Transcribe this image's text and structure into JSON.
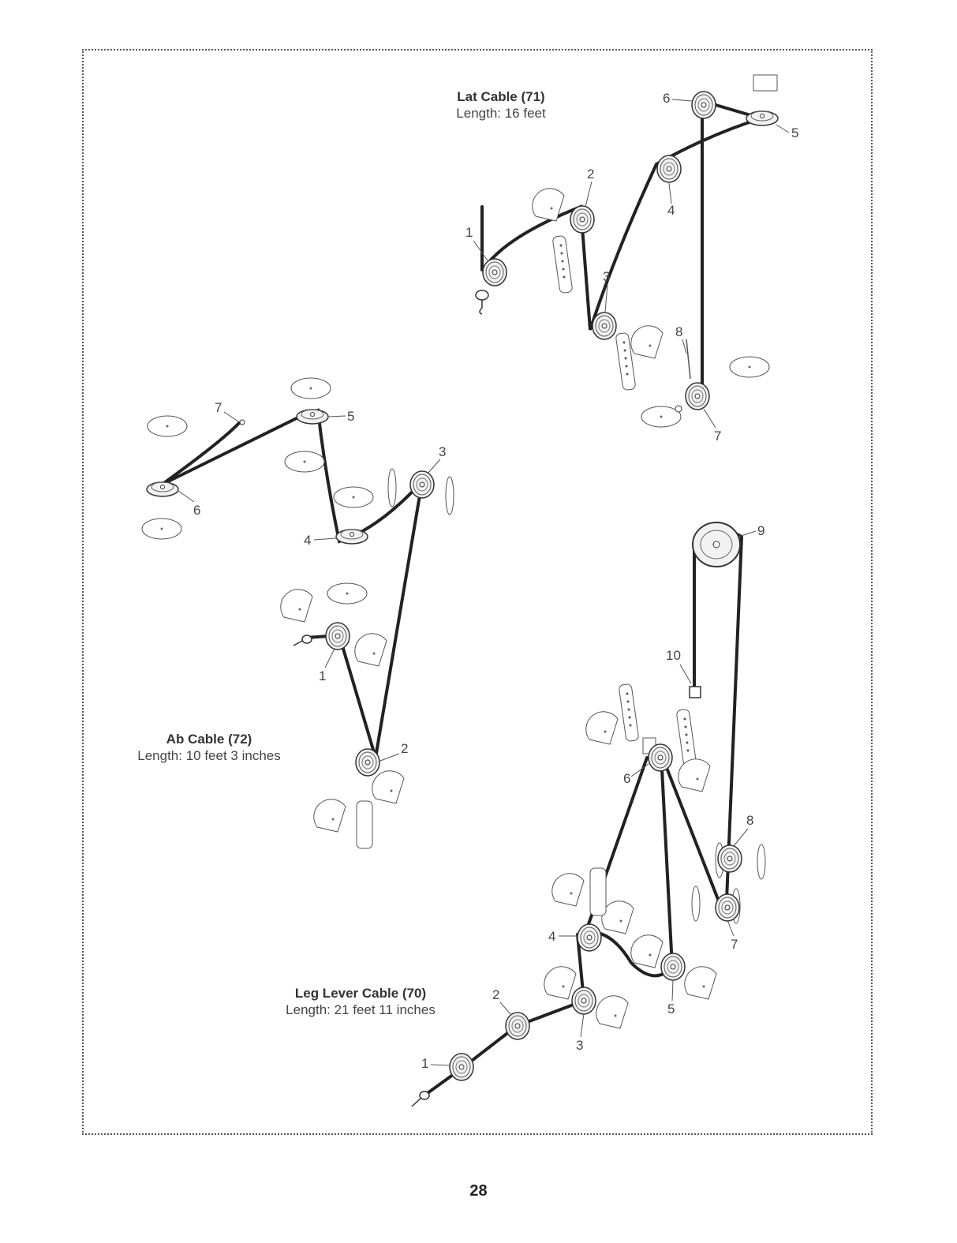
{
  "cables": {
    "lat": {
      "name": "Lat Cable (71)",
      "length": "Length: 16 feet",
      "pulley_numbers": [
        "1",
        "2",
        "3",
        "4",
        "5",
        "6",
        "7",
        "8"
      ]
    },
    "ab": {
      "name": "Ab Cable (72)",
      "length": "Length: 10 feet 3 inches",
      "pulley_numbers": [
        "1",
        "2",
        "3",
        "4",
        "5",
        "6",
        "7"
      ]
    },
    "leg": {
      "name": "Leg Lever Cable (70)",
      "length": "Length: 21 feet 11 inches",
      "pulley_numbers": [
        "1",
        "2",
        "3",
        "4",
        "5",
        "6",
        "7",
        "8",
        "9",
        "10"
      ]
    }
  },
  "page_number": "28"
}
